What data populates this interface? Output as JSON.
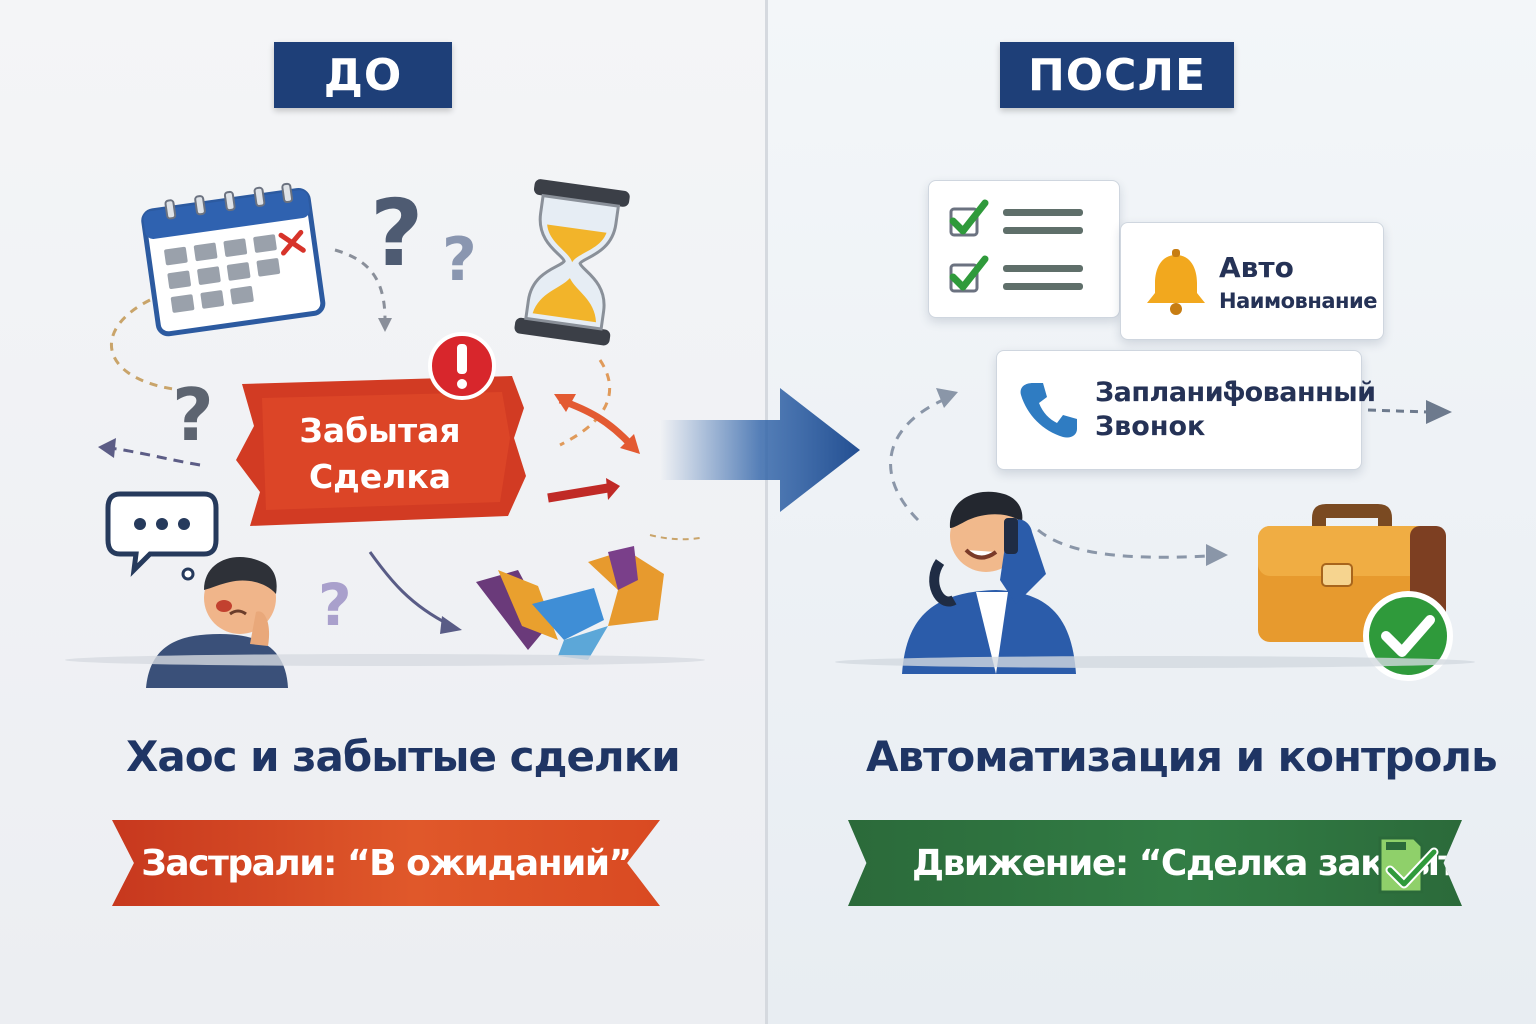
{
  "before": {
    "badge": "ДО",
    "alert_label": [
      "Забытая",
      "Сделка"
    ],
    "caption": "Хаос и забытые сделки",
    "ribbon": "Застрали: “В ожиданий”"
  },
  "after": {
    "badge": "ПОСЛЕ",
    "auto_card": {
      "title": "Авто",
      "subtitle": "Наимовнание"
    },
    "call_card": {
      "line1": "Запланиֆованный",
      "line2": "Звонок"
    },
    "caption": "Автоматизация и контроль",
    "ribbon": "Движение: “Сделка закрыта!"
  },
  "colors": {
    "navy_badge": "#1e3f78",
    "caption_text": "#1f3564",
    "red_ribbon": "#d94a22",
    "green_ribbon": "#2f7741",
    "check_green": "#2f9a3b",
    "arrow_blue": "#2e62a8"
  },
  "icons": {
    "left": [
      "calendar-icon",
      "question-mark-icon",
      "hourglass-icon",
      "alert-icon",
      "speech-bubble-icon",
      "stressed-person-icon",
      "tangled-arrows-icon"
    ],
    "right": [
      "checklist-icon",
      "bell-icon",
      "phone-icon",
      "businessman-on-phone-icon",
      "briefcase-icon",
      "check-badge-icon"
    ]
  }
}
